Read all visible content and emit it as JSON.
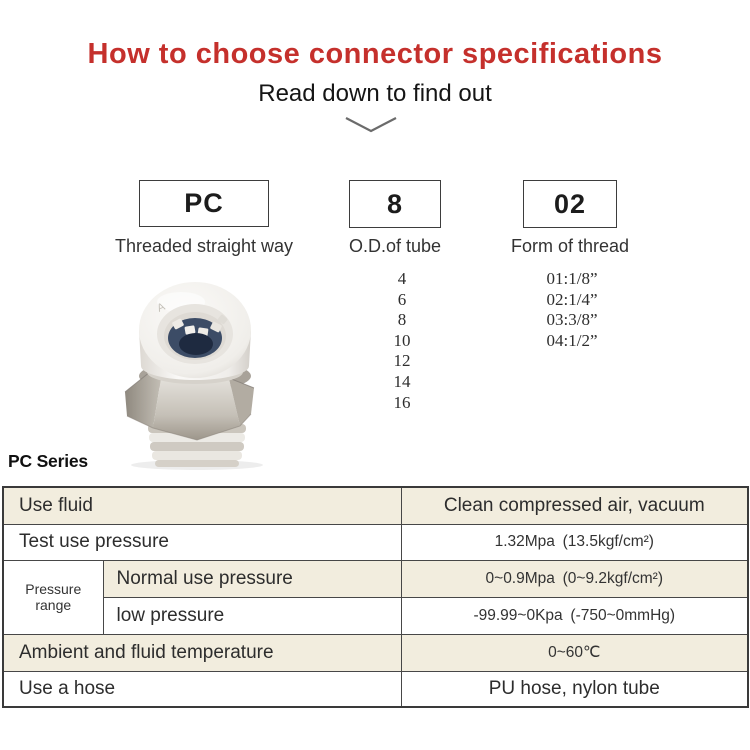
{
  "colors": {
    "accent_red": "#c5302c",
    "row_beige": "#f2edde",
    "table_border": "#474747"
  },
  "header": {
    "title": "How to choose connector specifications",
    "subtitle": "Read down to find out"
  },
  "code_boxes": [
    {
      "code": "PC",
      "label": "Threaded straight way"
    },
    {
      "code": "8",
      "label": "O.D.of tube"
    },
    {
      "code": "02",
      "label": "Form of thread"
    }
  ],
  "tube_od_options": [
    "4",
    "6",
    "8",
    "10",
    "12",
    "14",
    "16"
  ],
  "thread_options": [
    "01:1/8”",
    "02:1/4”",
    "03:3/8”",
    "04:1/2”"
  ],
  "product_photo": {
    "alt": "PC male straight push-in pneumatic connector"
  },
  "series_heading": "PC Series",
  "spec_table": {
    "pressure_group_label": "Pressure range",
    "rows": [
      {
        "label": "Use fluid",
        "value": "Clean compressed air, vacuum"
      },
      {
        "label": "Test use pressure",
        "value": "1.32Mpa (13.5kgf/cm²)"
      },
      {
        "label": "Normal use pressure",
        "value": "0~0.9Mpa (0~9.2kgf/cm²)"
      },
      {
        "label": "low pressure",
        "value": "-99.99~0Kpa (-750~0mmHg)"
      },
      {
        "label": "Ambient and fluid temperature",
        "value": "0~60℃"
      },
      {
        "label": "Use a hose",
        "value": "PU hose, nylon tube"
      }
    ]
  }
}
